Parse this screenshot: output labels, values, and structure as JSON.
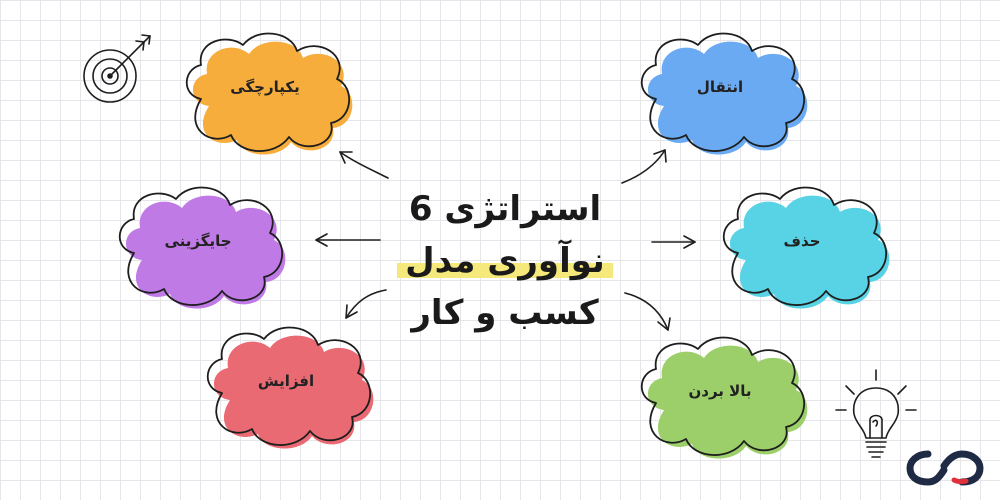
{
  "title": {
    "line1": "استراتژی 6",
    "line2": "نوآوری مدل",
    "line3": "کسب و کار"
  },
  "strategies": {
    "integration": {
      "label": "یکپارچگی",
      "color": "#f7ad3c"
    },
    "transfer": {
      "label": "انتقال",
      "color": "#6aaaf2"
    },
    "substitution": {
      "label": "جایگزینی",
      "color": "#c07ae6"
    },
    "removal": {
      "label": "حذف",
      "color": "#58d3e6"
    },
    "increase": {
      "label": "افزایش",
      "color": "#ea6a73"
    },
    "raise": {
      "label": "بالا بردن",
      "color": "#9ccf6a"
    }
  },
  "icons": [
    "target-icon",
    "lightbulb-icon",
    "brand-logo"
  ],
  "colors": {
    "outline": "#1e1e1e",
    "highlight": "#f4e97a",
    "logo_dark": "#1f2a44",
    "logo_accent": "#e0303a"
  }
}
